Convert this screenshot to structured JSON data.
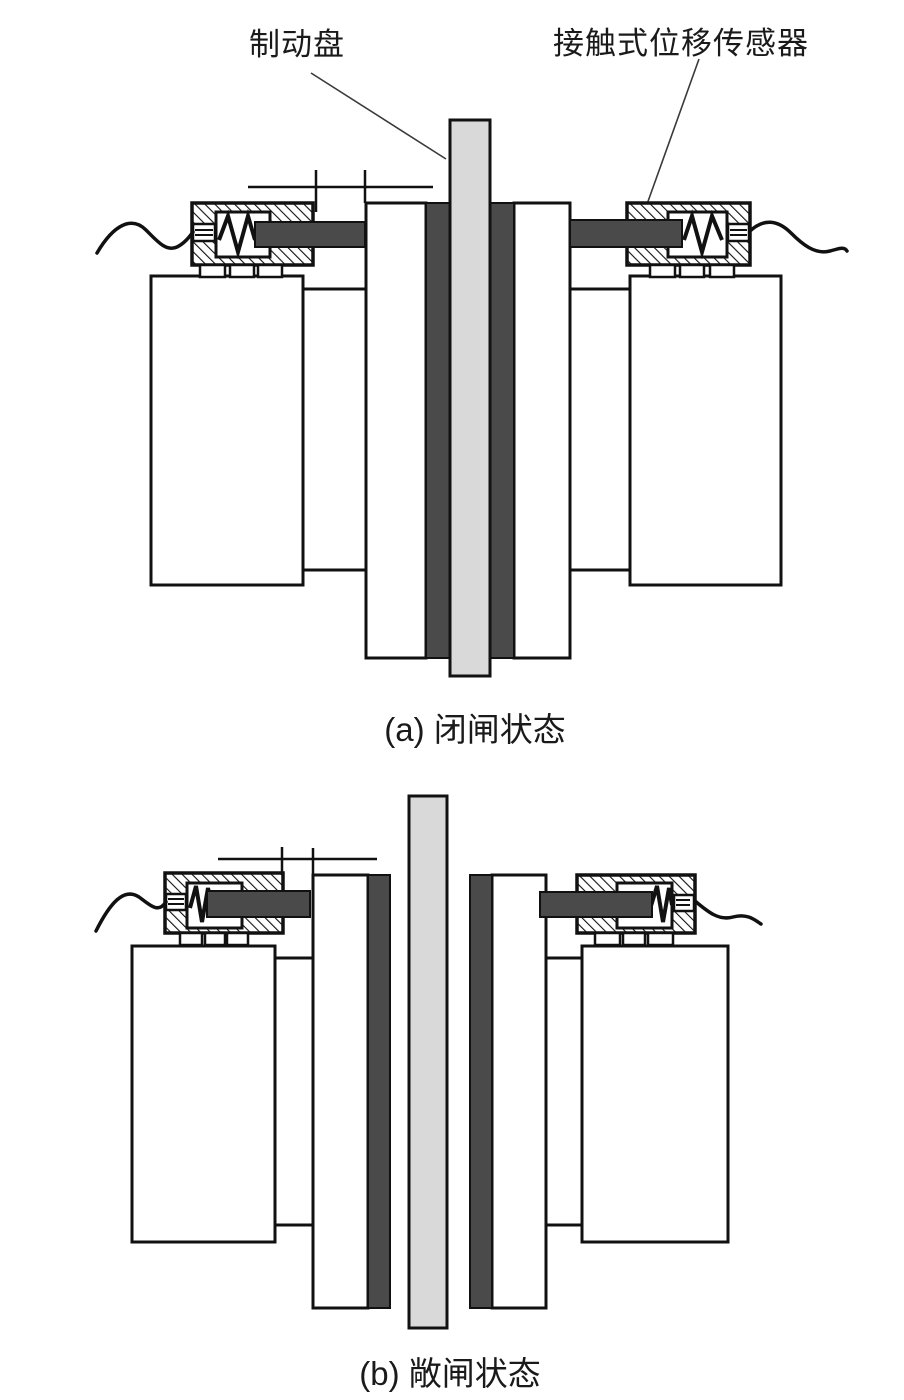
{
  "figure": {
    "background": "#ffffff",
    "labels": {
      "brake_disc": "制动盘",
      "sensor": "接触式位移传感器"
    },
    "captions": {
      "a": "(a) 闭闸状态",
      "b": "(b) 敞闸状态"
    },
    "colors": {
      "line": "#111111",
      "pad_dark": "#4a4a4a",
      "disc_gray": "#d9d9d9",
      "white": "#ffffff"
    }
  }
}
